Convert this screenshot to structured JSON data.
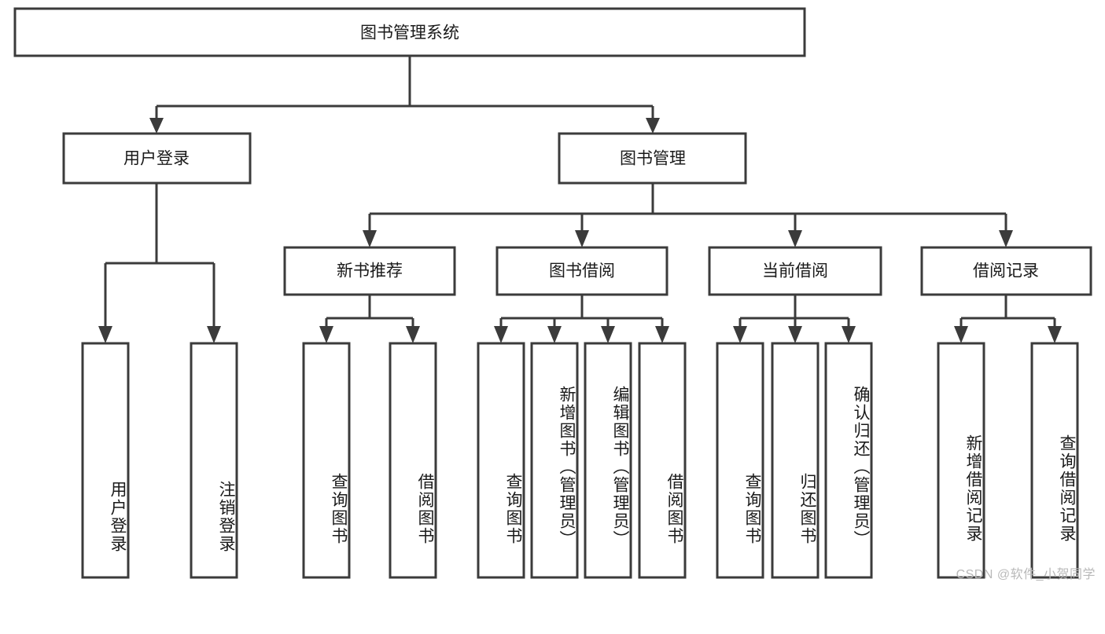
{
  "diagram": {
    "title": "图书管理系统",
    "type": "tree-hierarchy-chart",
    "root": {
      "id": "root",
      "label": "图书管理系统",
      "orientation": "horizontal"
    },
    "level1": [
      {
        "id": "user-login",
        "label": "用户登录",
        "orientation": "horizontal"
      },
      {
        "id": "book-management",
        "label": "图书管理",
        "orientation": "horizontal"
      }
    ],
    "level2": [
      {
        "id": "new-book-recommend",
        "label": "新书推荐",
        "orientation": "horizontal"
      },
      {
        "id": "book-borrow",
        "label": "图书借阅",
        "orientation": "horizontal"
      },
      {
        "id": "current-borrow",
        "label": "当前借阅",
        "orientation": "horizontal"
      },
      {
        "id": "borrow-record",
        "label": "借阅记录",
        "orientation": "horizontal"
      }
    ],
    "leaves": {
      "user_login": [
        {
          "id": "leaf-user-login",
          "label": "用户登录"
        },
        {
          "id": "leaf-logout",
          "label": "注销登录"
        }
      ],
      "new_book_recommend": [
        {
          "id": "leaf-query-book-1",
          "label": "查询图书"
        },
        {
          "id": "leaf-borrow-book-1",
          "label": "借阅图书"
        }
      ],
      "book_borrow": [
        {
          "id": "leaf-query-book-2",
          "label": "查询图书"
        },
        {
          "id": "leaf-add-book",
          "label": "新增图书（管理员）"
        },
        {
          "id": "leaf-edit-book",
          "label": "编辑图书（管理员）"
        },
        {
          "id": "leaf-borrow-book-2",
          "label": "借阅图书"
        }
      ],
      "current_borrow": [
        {
          "id": "leaf-query-book-3",
          "label": "查询图书"
        },
        {
          "id": "leaf-return-book",
          "label": "归还图书"
        },
        {
          "id": "leaf-confirm-return",
          "label": "确认归还（管理员）"
        }
      ],
      "borrow_record": [
        {
          "id": "leaf-add-record",
          "label": "新增借阅记录"
        },
        {
          "id": "leaf-query-record",
          "label": "查询借阅记录"
        }
      ]
    }
  },
  "watermark": {
    "text": "CSDN @软件_小贺同学"
  },
  "colors": {
    "box_stroke": "#3b3b3b",
    "box_fill": "#ffffff",
    "text": "#1a1a1a",
    "background": "#ffffff",
    "watermark": "#b9b9b9"
  }
}
